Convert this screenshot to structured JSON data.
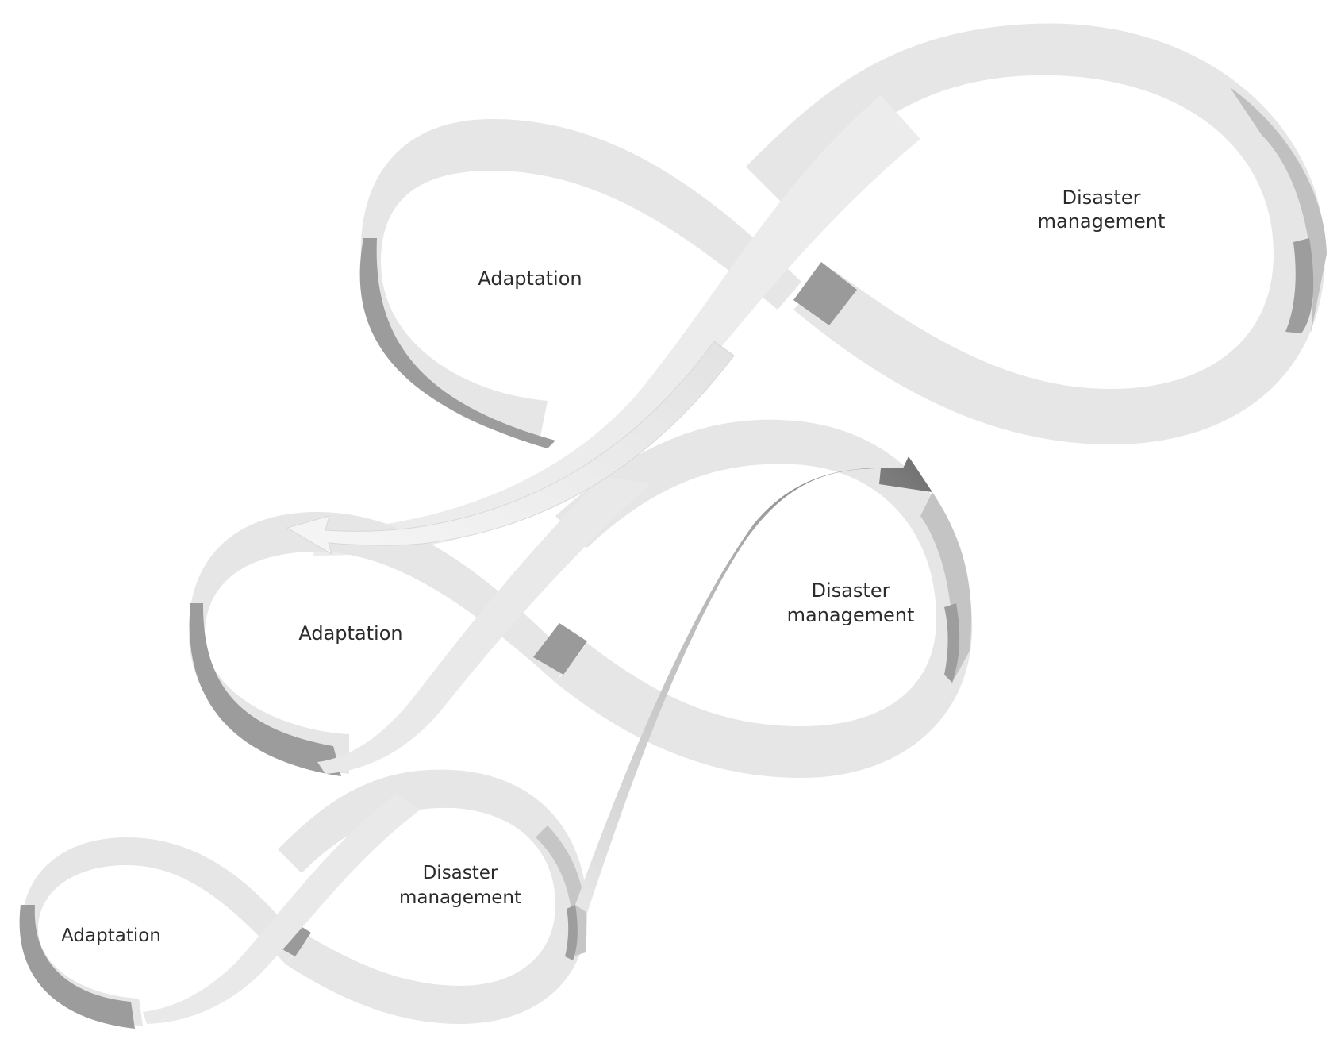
{
  "diagram": {
    "loops": [
      {
        "id": "top",
        "left_label": "Adaptation",
        "right_label": [
          "Disaster",
          "management"
        ]
      },
      {
        "id": "middle",
        "left_label": "Adaptation",
        "right_label": [
          "Disaster",
          "management"
        ]
      },
      {
        "id": "bottom",
        "left_label": "Adaptation",
        "right_label": [
          "Disaster",
          "management"
        ]
      }
    ],
    "colors": {
      "ribbon_light": "#e6e6e6",
      "ribbon_lighter": "#f0f0f0",
      "ribbon_mid": "#c4c4c4",
      "ribbon_dark": "#9d9d9d",
      "arrow_dark": "#7a7a7a",
      "text": "#2b2b2b",
      "background": "#ffffff"
    }
  }
}
